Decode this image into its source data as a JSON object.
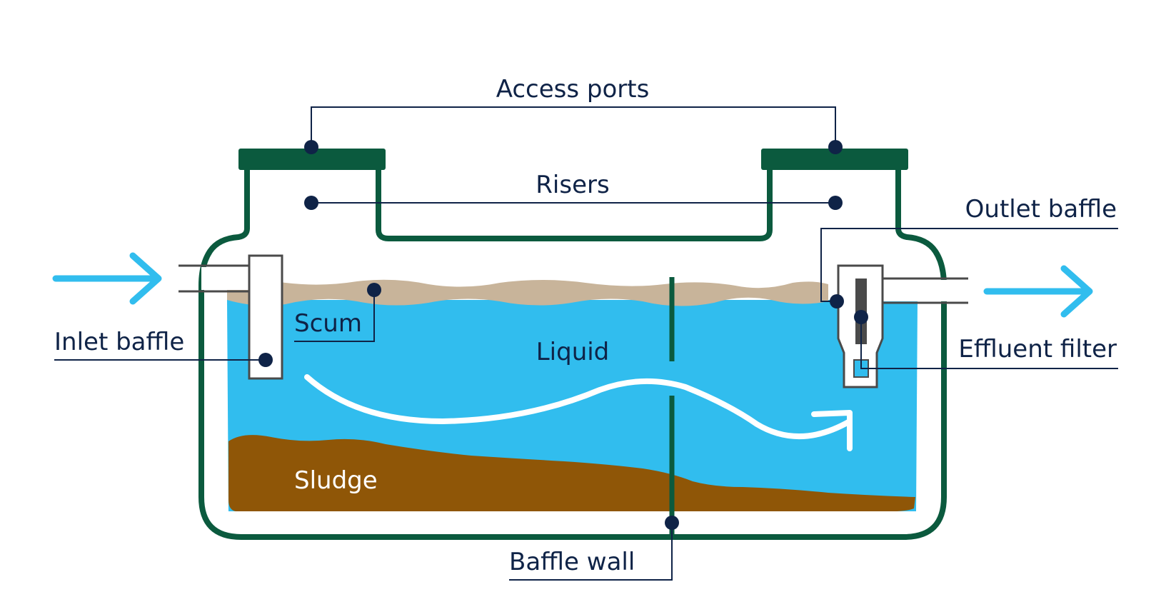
{
  "labels": {
    "access_ports": "Access ports",
    "risers": "Risers",
    "outlet_baffle": "Outlet baffle",
    "inlet_baffle": "Inlet baffle",
    "scum": "Scum",
    "liquid": "Liquid",
    "effluent_filter": "Effluent filter",
    "sludge": "Sludge",
    "baffle_wall": "Baffle wall"
  },
  "colors": {
    "tank_wall": "#0b5a3e",
    "liquid": "#31bdee",
    "scum": "#c8b49a",
    "sludge": "#8f5607",
    "arrow": "#31bdee",
    "label_text": "#0f2347",
    "baffle_outline": "#4a4a4a"
  },
  "icons": {
    "inlet_arrow": "arrow-right-icon",
    "outlet_arrow": "arrow-right-icon",
    "flow_arrow": "curved-arrow-icon"
  }
}
